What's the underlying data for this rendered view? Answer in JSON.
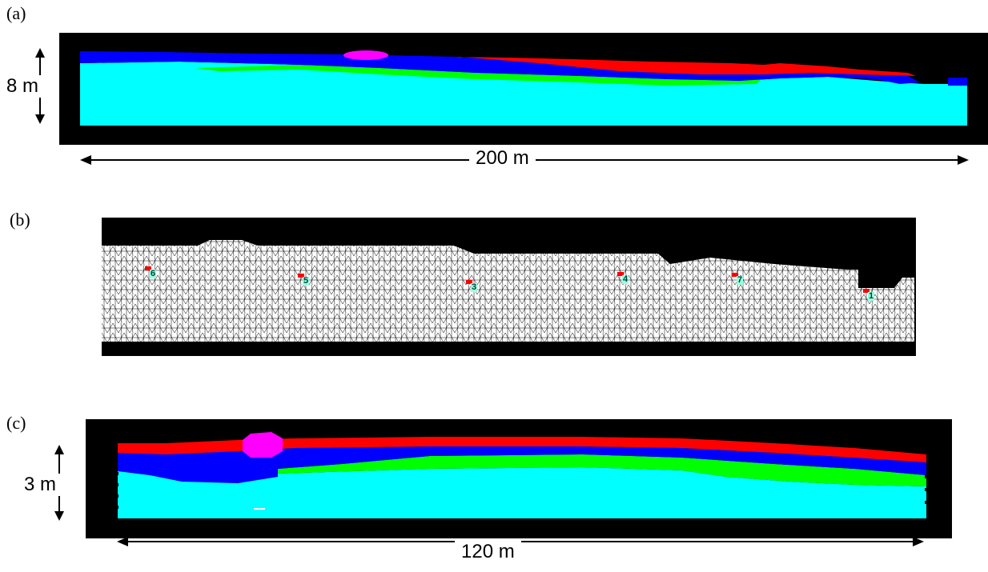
{
  "panels": [
    {
      "label": "(a)",
      "vertical_scale": "8 m",
      "horizontal_scale": "200 m"
    },
    {
      "label": "(b)"
    },
    {
      "label": "(c)",
      "vertical_scale": "3 m",
      "horizontal_scale": "120 m"
    }
  ],
  "mesh_markers": [
    "6",
    "5",
    "3",
    "4",
    "7",
    "1"
  ],
  "colors": {
    "frame": "#000000",
    "layer_cyan": "#00ffff",
    "layer_green": "#00ff00",
    "layer_blue": "#0000ff",
    "layer_red": "#ff0000",
    "layer_magenta": "#ff00ff",
    "mesh": "#ffffff",
    "marker": "#ff0000"
  }
}
